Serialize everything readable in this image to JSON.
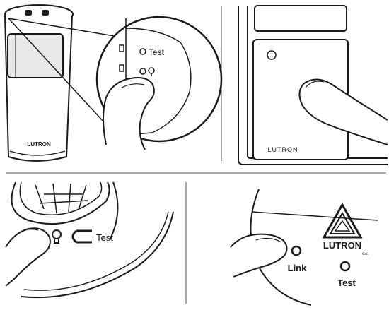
{
  "panel_top_left": {
    "device_brand": "LUTRON",
    "test_label": "Test"
  },
  "panel_top_right": {
    "device_brand": "LUTRON"
  },
  "panel_bottom_left": {
    "test_label": "Test"
  },
  "panel_bottom_right": {
    "brand": "LUTRON",
    "cert_mark": "Cal.",
    "link_label": "Link",
    "test_label": "Test"
  }
}
